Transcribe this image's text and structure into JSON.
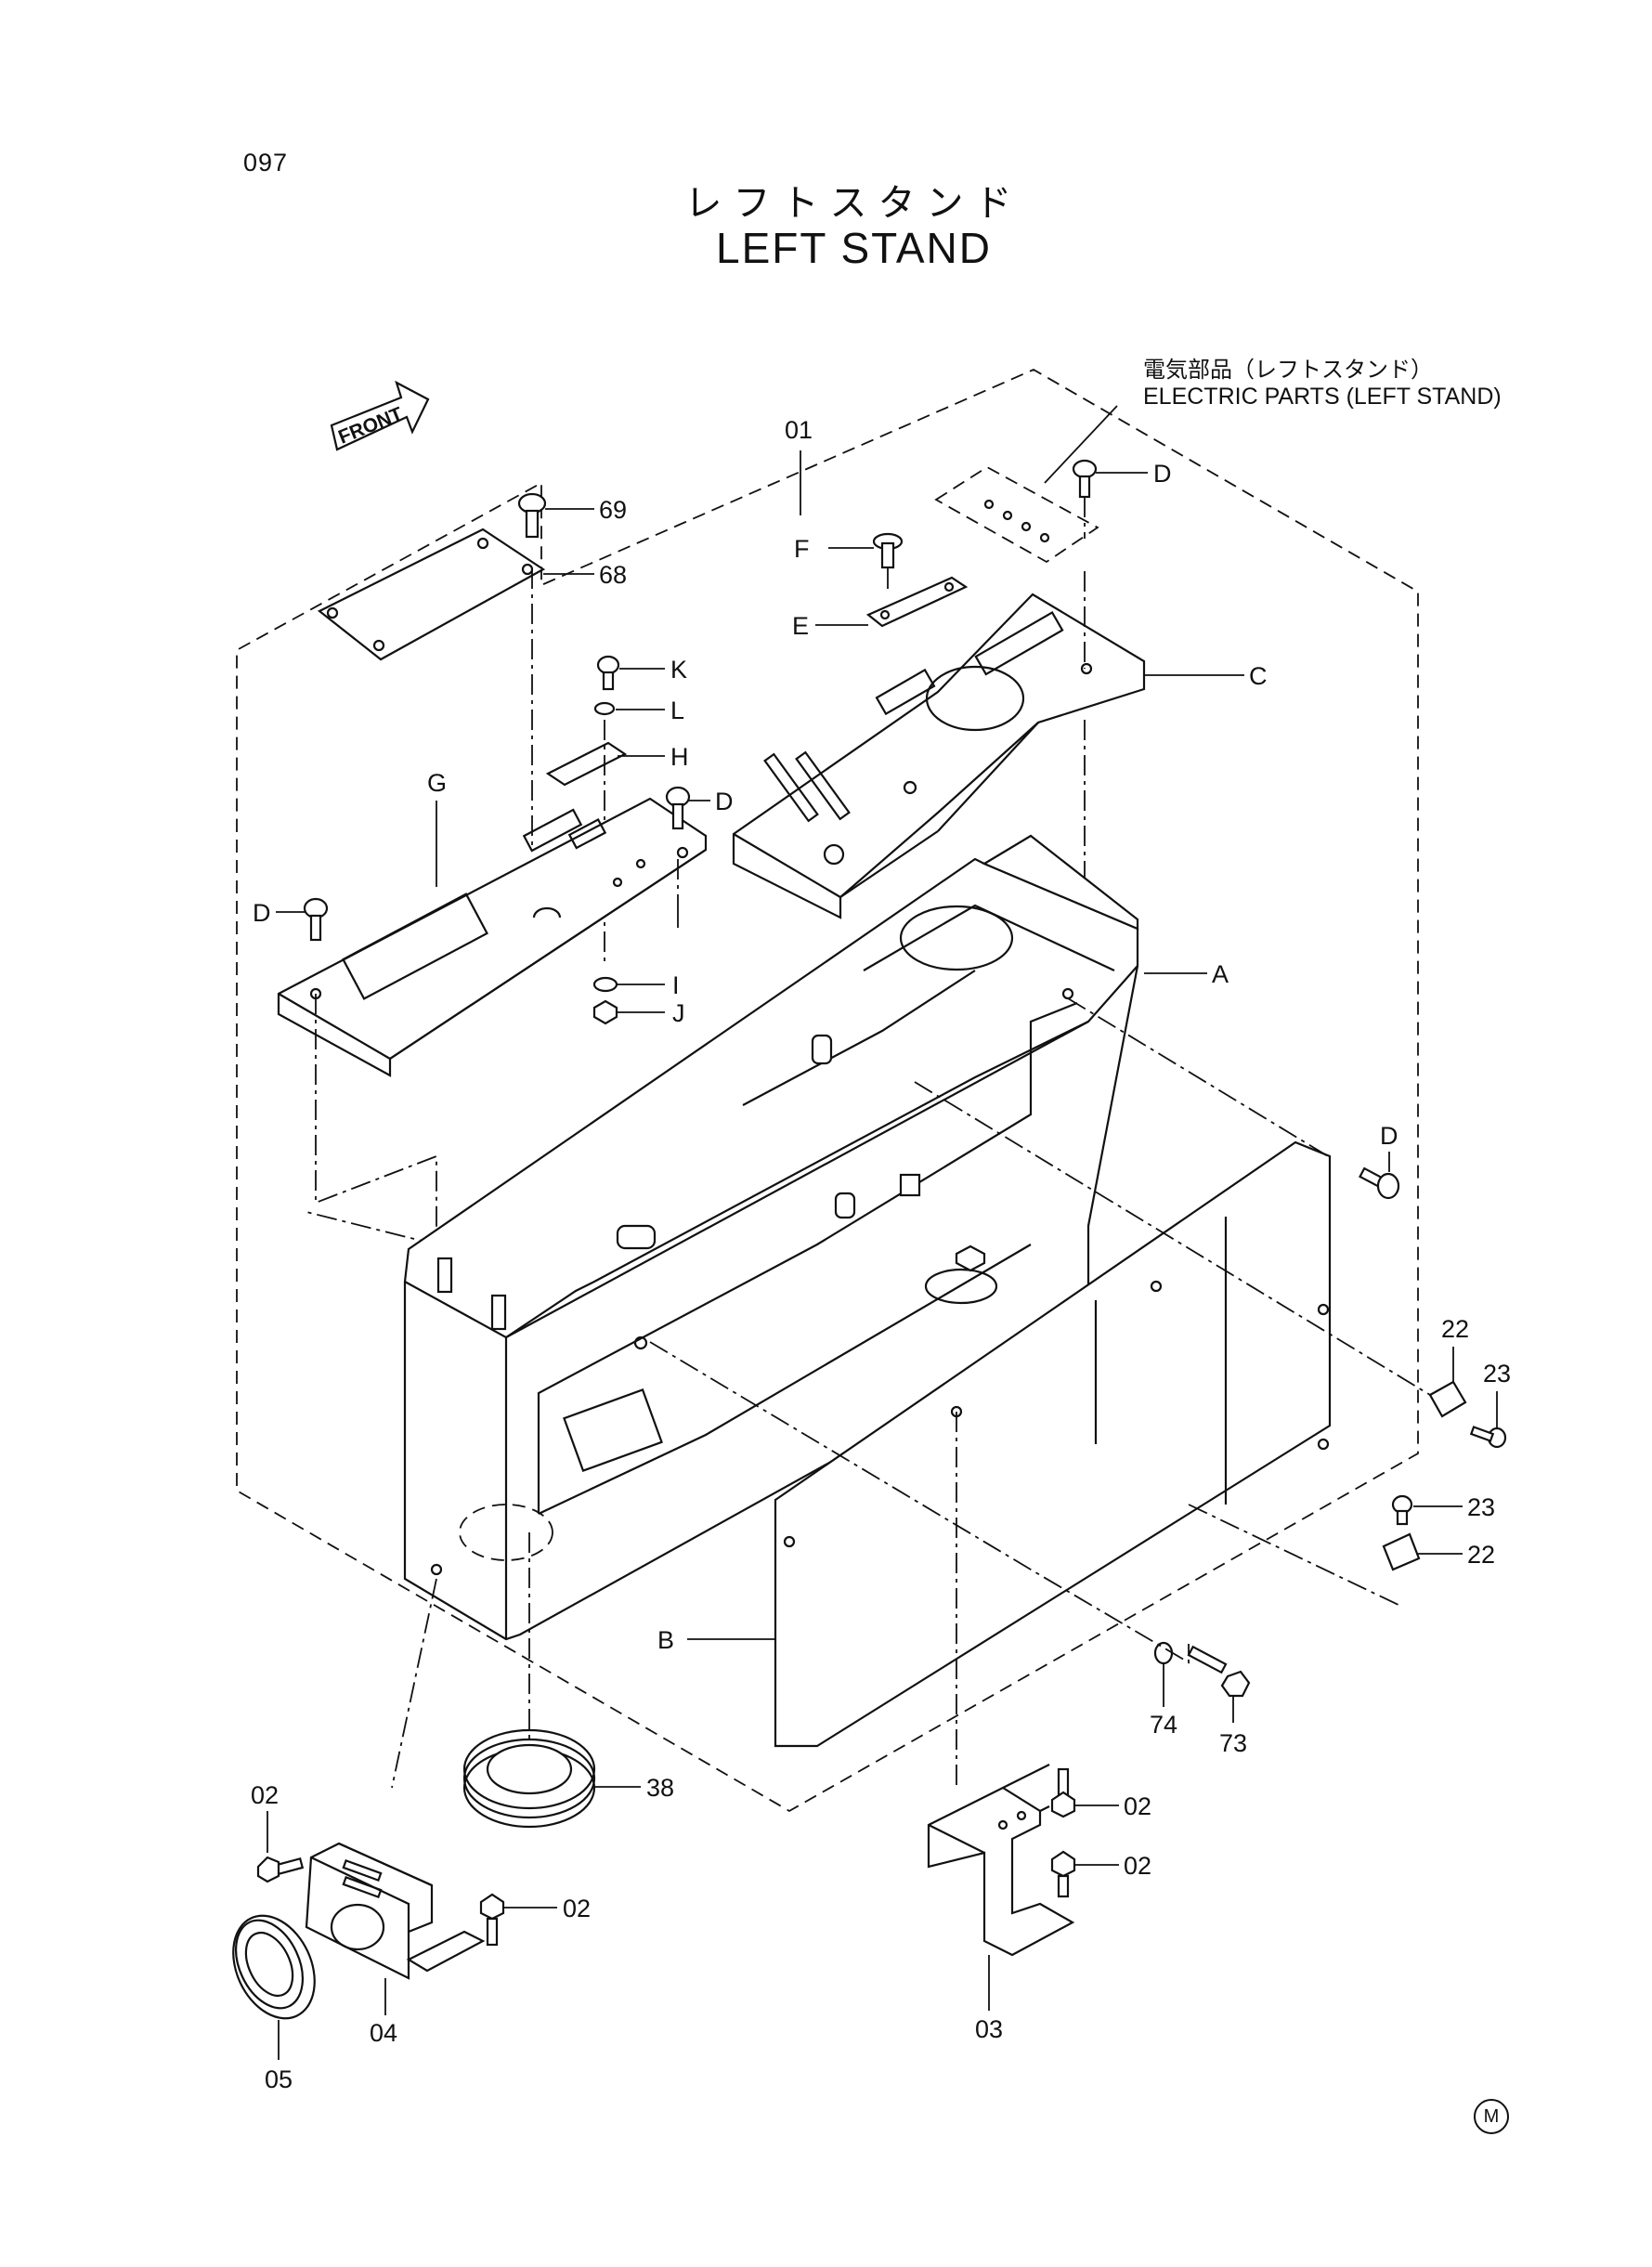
{
  "header": {
    "page_number": "097",
    "title_jp": "レフトスタンド",
    "title_en": "LEFT STAND"
  },
  "note": {
    "jp": "電気部品（レフトスタンド）",
    "en": "ELECTRIC PARTS (LEFT STAND)"
  },
  "front_arrow": "FRONT",
  "callouts": {
    "p01": "01",
    "p69": "69",
    "p68": "68",
    "pK": "K",
    "pL": "L",
    "pH": "H",
    "pG": "G",
    "pD1": "D",
    "pD2": "D",
    "pD3": "D",
    "pD4": "D",
    "pF": "F",
    "pE": "E",
    "pC": "C",
    "pA": "A",
    "pI": "I",
    "pJ": "J",
    "p22a": "22",
    "p23a": "23",
    "p23b": "23",
    "p22b": "22",
    "pB": "B",
    "p74": "74",
    "p73": "73",
    "p38": "38",
    "p02a": "02",
    "p02b": "02",
    "p02c": "02",
    "p02d": "02",
    "p04": "04",
    "p05": "05",
    "p03": "03"
  },
  "footer_mark": "M"
}
